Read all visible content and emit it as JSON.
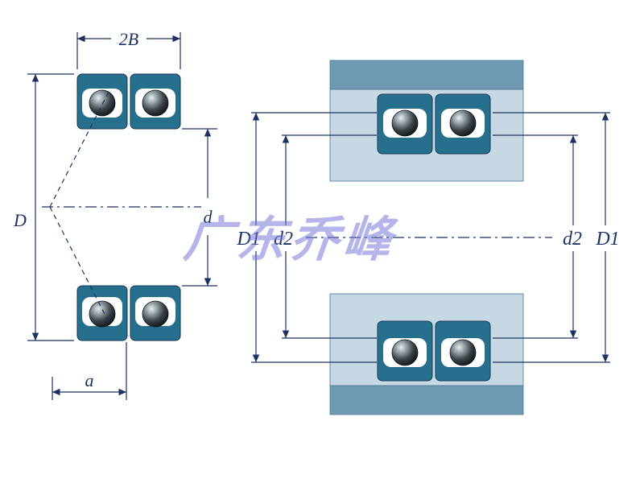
{
  "left_view": {
    "width_label": "2B",
    "outer_diameter_label": "D",
    "bore_label": "d",
    "offset_label": "a"
  },
  "right_view": {
    "left_outer_label": "D1",
    "left_inner_label": "d2",
    "right_inner_label": "d2",
    "right_outer_label": "D1"
  },
  "watermark": {
    "text": "广东乔峰"
  },
  "colors": {
    "ring_teal": "#26708e",
    "housing_pale": "#c6d8e3",
    "housing_steel": "#6f9ab4",
    "line": "#1c3260",
    "watermark": "#7a7ad8"
  }
}
